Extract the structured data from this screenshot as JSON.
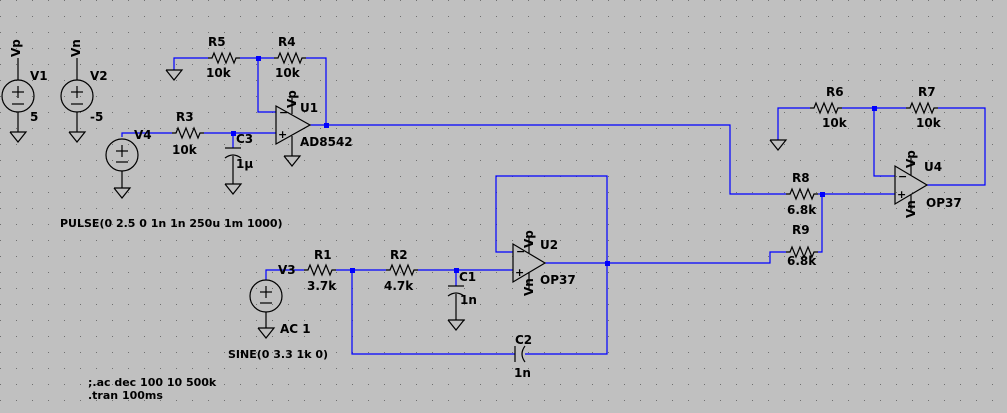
{
  "sources": {
    "v1": {
      "name": "V1",
      "node": "Vp",
      "value": "5"
    },
    "v2": {
      "name": "V2",
      "node": "Vn",
      "value": "-5"
    },
    "v3": {
      "name": "V3",
      "value": "AC 1",
      "spec": "SINE(0 3.3 1k 0)"
    },
    "v4": {
      "name": "V4",
      "spec": "PULSE(0 2.5 0 1n 1n 250u 1m 1000)"
    }
  },
  "resistors": {
    "r1": {
      "name": "R1",
      "value": "3.7k"
    },
    "r2": {
      "name": "R2",
      "value": "4.7k"
    },
    "r3": {
      "name": "R3",
      "value": "10k"
    },
    "r4": {
      "name": "R4",
      "value": "10k"
    },
    "r5": {
      "name": "R5",
      "value": "10k"
    },
    "r6": {
      "name": "R6",
      "value": "10k"
    },
    "r7": {
      "name": "R7",
      "value": "10k"
    },
    "r8": {
      "name": "R8",
      "value": "6.8k"
    },
    "r9": {
      "name": "R9",
      "value": "6.8k"
    }
  },
  "capacitors": {
    "c1": {
      "name": "C1",
      "value": "1n"
    },
    "c2": {
      "name": "C2",
      "value": "1n"
    },
    "c3": {
      "name": "C3",
      "value": "1µ"
    }
  },
  "opamps": {
    "u1": {
      "name": "U1",
      "model": "AD8542",
      "vp": "Vp"
    },
    "u2": {
      "name": "U2",
      "model": "OP37",
      "vp": "Vp",
      "vn": "Vn"
    },
    "u4": {
      "name": "U4",
      "model": "OP37",
      "vp": "Vp",
      "vn": "Vn"
    }
  },
  "directives": {
    "ac": ";.ac dec 100 10 500k",
    "tran": ".tran 100ms"
  }
}
